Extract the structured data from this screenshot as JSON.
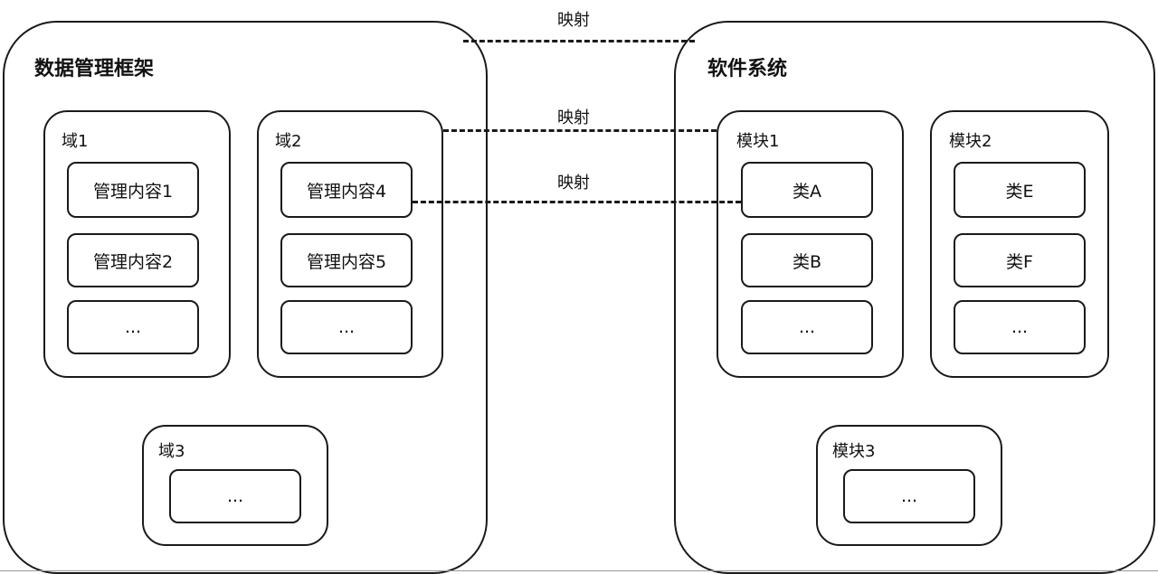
{
  "left_frame": {
    "title": "数据管理框架",
    "domain1": {
      "label": "域1",
      "items": [
        "管理内容1",
        "管理内容2",
        "..."
      ]
    },
    "domain2": {
      "label": "域2",
      "items": [
        "管理内容4",
        "管理内容5",
        "..."
      ]
    },
    "domain3": {
      "label": "域3",
      "items": [
        "..."
      ]
    }
  },
  "right_frame": {
    "title": "软件系统",
    "module1": {
      "label": "模块1",
      "items": [
        "类A",
        "类B",
        "..."
      ]
    },
    "module2": {
      "label": "模块2",
      "items": [
        "类E",
        "类F",
        "..."
      ]
    },
    "module3": {
      "label": "模块3",
      "items": [
        "..."
      ]
    }
  },
  "mappings": [
    "映射",
    "映射",
    "映射"
  ]
}
